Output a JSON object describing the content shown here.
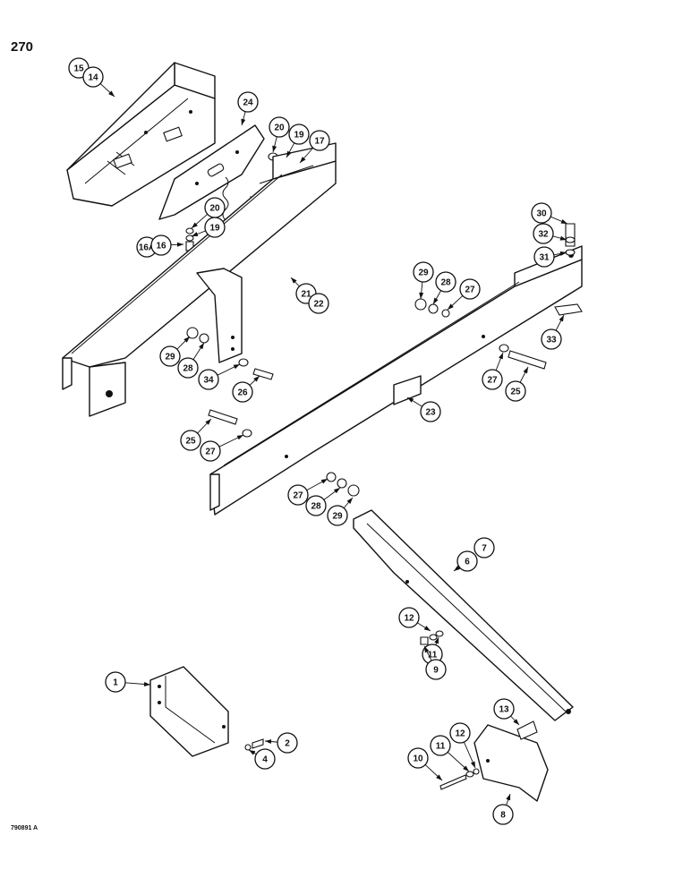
{
  "page": {
    "number": "270",
    "figure_code": "790891 A"
  },
  "callouts": [
    {
      "id": "c15",
      "text": "15"
    },
    {
      "id": "c14",
      "text": "14"
    },
    {
      "id": "c24",
      "text": "24"
    },
    {
      "id": "c20a",
      "text": "20"
    },
    {
      "id": "c19a",
      "text": "19"
    },
    {
      "id": "c17",
      "text": "17"
    },
    {
      "id": "c20b",
      "text": "20"
    },
    {
      "id": "c19b",
      "text": "19"
    },
    {
      "id": "c16A",
      "text": "16A"
    },
    {
      "id": "c16",
      "text": "16"
    },
    {
      "id": "c21",
      "text": "21"
    },
    {
      "id": "c22",
      "text": "22"
    },
    {
      "id": "c30",
      "text": "30"
    },
    {
      "id": "c32",
      "text": "32"
    },
    {
      "id": "c31",
      "text": "31"
    },
    {
      "id": "c29a",
      "text": "29"
    },
    {
      "id": "c28a",
      "text": "28"
    },
    {
      "id": "c27a",
      "text": "27"
    },
    {
      "id": "c33",
      "text": "33"
    },
    {
      "id": "c29b",
      "text": "29"
    },
    {
      "id": "c28b",
      "text": "28"
    },
    {
      "id": "c34",
      "text": "34"
    },
    {
      "id": "c26",
      "text": "26"
    },
    {
      "id": "c27b",
      "text": "27"
    },
    {
      "id": "c25a",
      "text": "25"
    },
    {
      "id": "c23",
      "text": "23"
    },
    {
      "id": "c25b",
      "text": "25"
    },
    {
      "id": "c27c",
      "text": "27"
    },
    {
      "id": "c27d",
      "text": "27"
    },
    {
      "id": "c28c",
      "text": "28"
    },
    {
      "id": "c29c",
      "text": "29"
    },
    {
      "id": "c7",
      "text": "7"
    },
    {
      "id": "c6",
      "text": "6"
    },
    {
      "id": "c12a",
      "text": "12"
    },
    {
      "id": "c11a",
      "text": "11"
    },
    {
      "id": "c9",
      "text": "9"
    },
    {
      "id": "c1",
      "text": "1"
    },
    {
      "id": "c2",
      "text": "2"
    },
    {
      "id": "c4",
      "text": "4"
    },
    {
      "id": "c13",
      "text": "13"
    },
    {
      "id": "c12b",
      "text": "12"
    },
    {
      "id": "c11b",
      "text": "11"
    },
    {
      "id": "c10",
      "text": "10"
    },
    {
      "id": "c8",
      "text": "8"
    }
  ]
}
